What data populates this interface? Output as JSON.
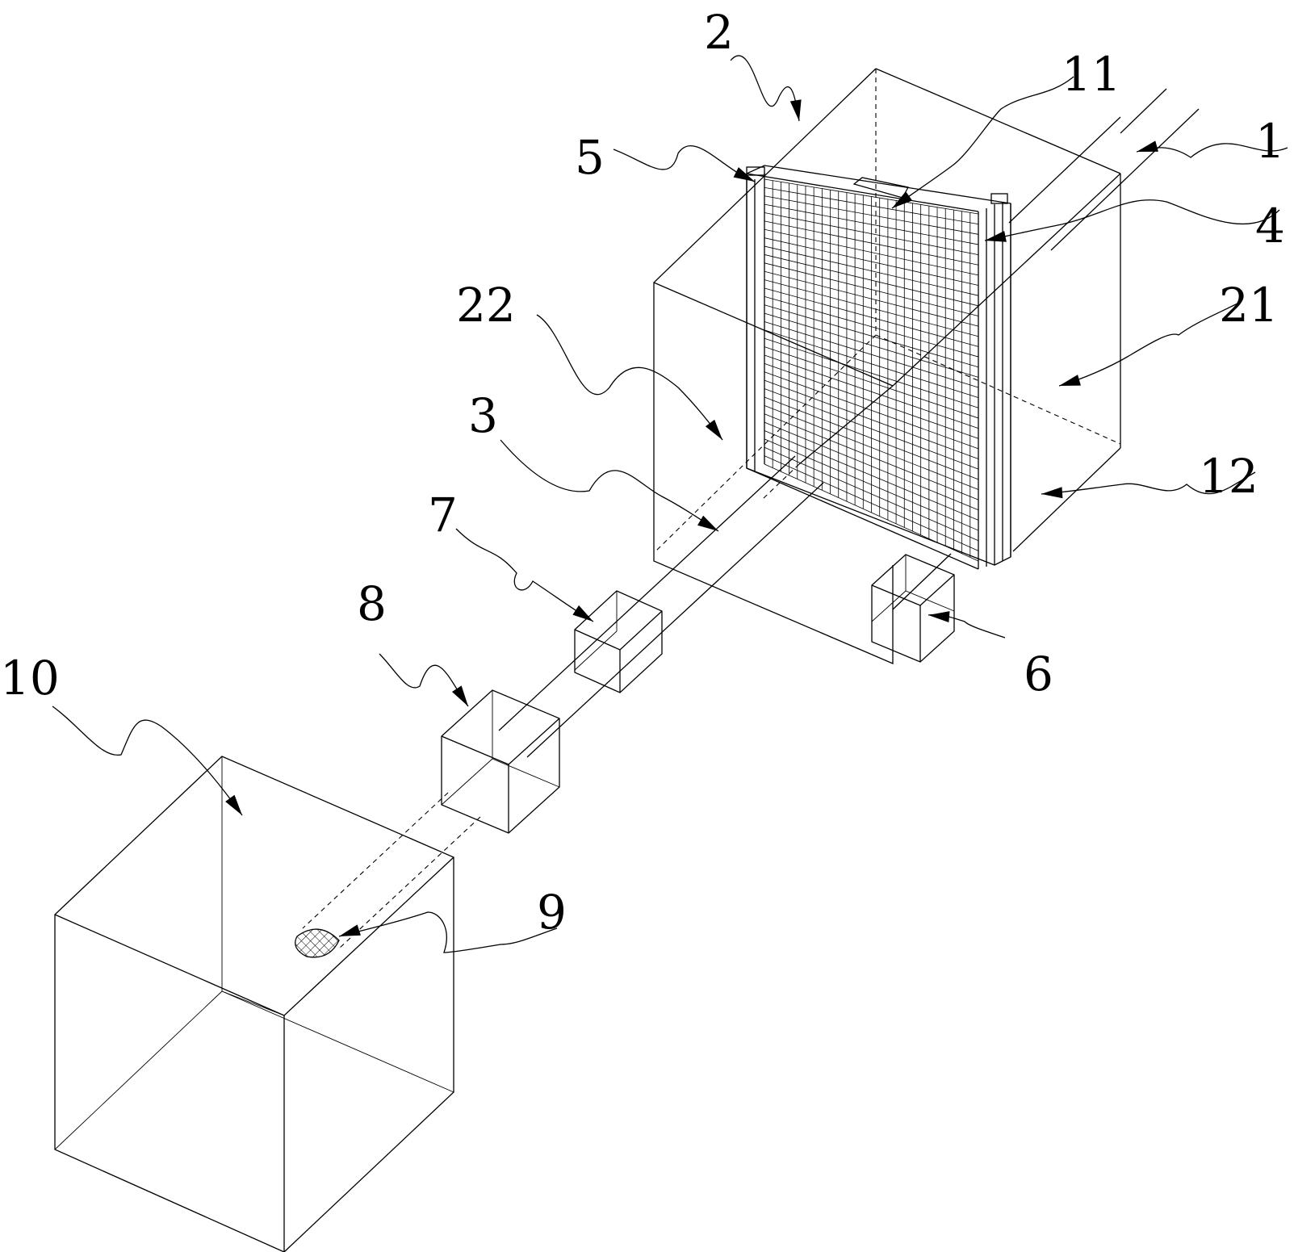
{
  "labels": {
    "l1": "1",
    "l2": "2",
    "l3": "3",
    "l4": "4",
    "l5": "5",
    "l6": "6",
    "l7": "7",
    "l8": "8",
    "l9": "9",
    "l10": "10",
    "l11": "11",
    "l12": "12",
    "l21": "21",
    "l22": "22"
  },
  "colors": {
    "line": "#000000",
    "background": "#ffffff"
  }
}
